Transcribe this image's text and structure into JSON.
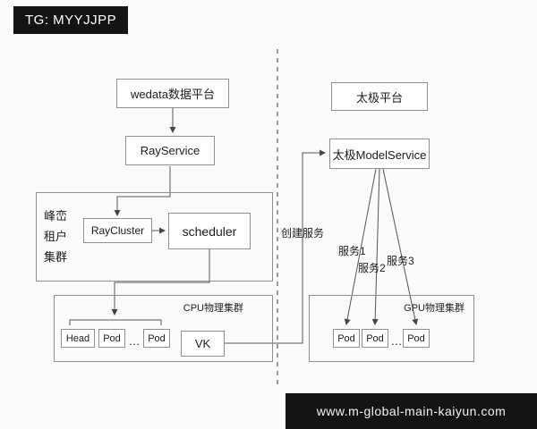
{
  "colors": {
    "bar": "#141414",
    "border": "#8f8f8f",
    "line": "#555555"
  },
  "header": {
    "badge": "TG: MYYJJPP"
  },
  "footer": {
    "url": "www.m-global-main-kaiyun.com"
  },
  "nodes": {
    "wedata": "wedata数据平台",
    "rayservice": "RayService",
    "tenant_cluster": "峰峦\n租户\n集群",
    "raycluster": "RayCluster",
    "scheduler": "scheduler",
    "cpu_cluster": "CPU物理集群",
    "head": "Head",
    "pod": "Pod",
    "ellipsis": "…",
    "vk": "VK",
    "taiji": "太极平台",
    "modelservice": "太极ModelService",
    "gpu_cluster": "GPU物理集群"
  },
  "edges": {
    "create_service": "创建服务",
    "service1": "服务1",
    "service2": "服务2",
    "service3": "服务3"
  }
}
